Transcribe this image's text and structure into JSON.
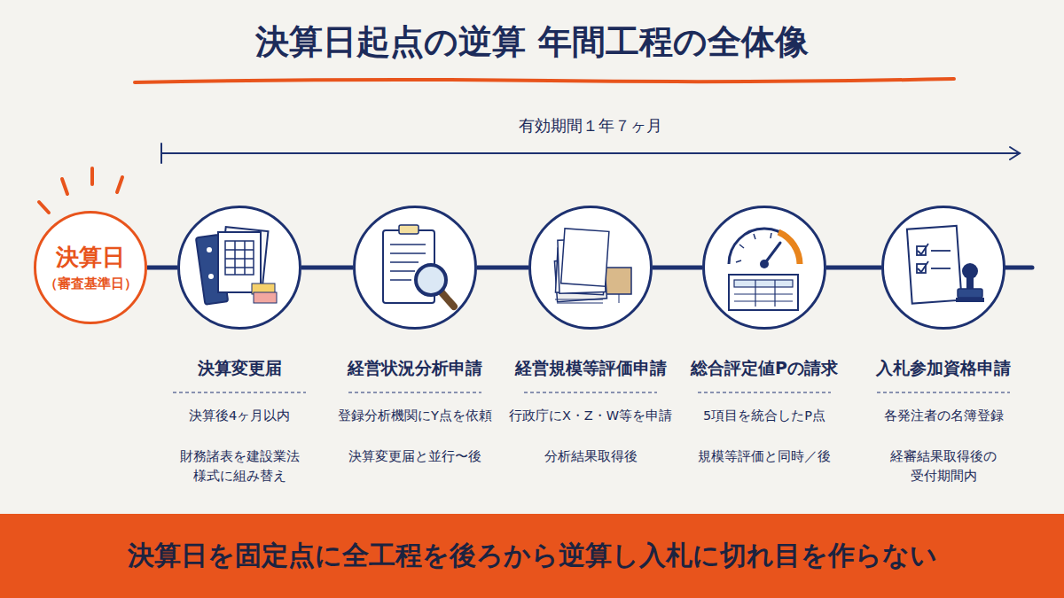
{
  "diagram": {
    "title": "決算日起点の逆算 年間工程の全体像",
    "caption": "決算日を固定点に全工程を後ろから逆算し入札に切れ目を作らない",
    "nodes": [
      {
        "text": [
          "決算日",
          "（審査基準日）"
        ]
      },
      {
        "text": [
          "決算変更届",
          "決算後4ヶ月以内",
          "財務諸表を建設業法 様式に組み替え"
        ]
      },
      {
        "text": [
          "経営状況分析申請",
          "登録分析機関にY点を依頼",
          "決算変更届と並行〜後"
        ]
      },
      {
        "text": [
          "経営規模等評価申請",
          "行政庁にX・Z・W等を申請",
          "分析結果取得後"
        ]
      },
      {
        "text": [
          "総合評定値Pの請求",
          "5項目を統合したP点",
          "規模等評価と同時／後"
        ]
      },
      {
        "text": [
          "入札参加資格申請",
          "各発注者の名簿登録",
          "経審結果取得後の 受付期間内"
        ]
      }
    ],
    "edges": [
      {
        "from": 0,
        "to": 1,
        "arrow": "none"
      },
      {
        "from": 1,
        "to": 2,
        "arrow": "none"
      },
      {
        "from": 2,
        "to": 3,
        "arrow": "none"
      },
      {
        "from": 3,
        "to": 4,
        "arrow": "none"
      },
      {
        "from": 4,
        "to": 5,
        "arrow": "none"
      }
    ],
    "labels": [
      "有効期間１年７ヶ月"
    ]
  }
}
